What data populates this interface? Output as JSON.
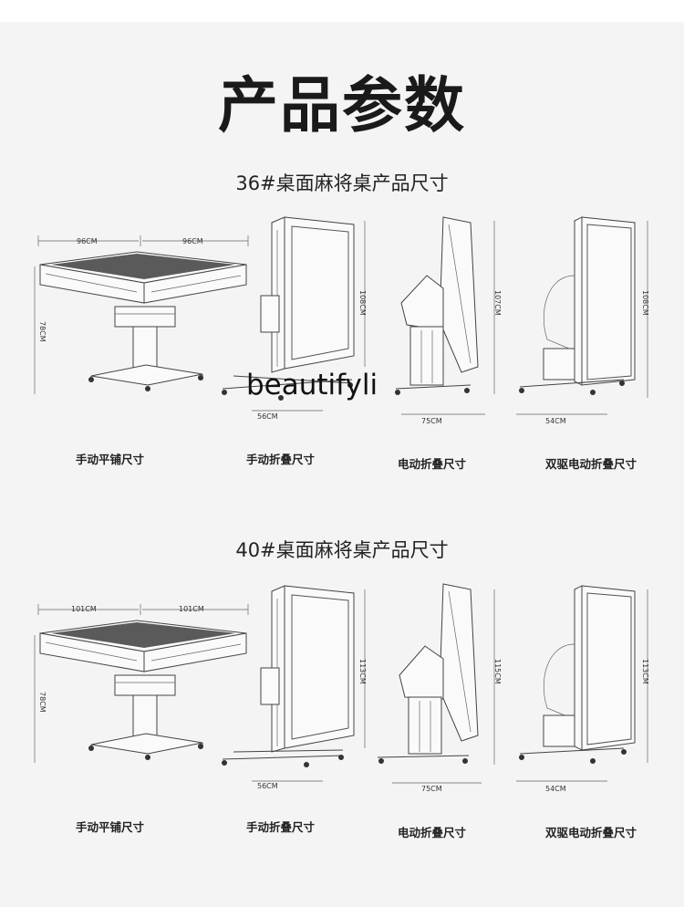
{
  "title": "产品参数",
  "watermark": "beautifyli",
  "sections": [
    {
      "subtitle": "36#桌面麻将桌产品尺寸",
      "flat": {
        "caption": "手动平铺尺寸",
        "width_a": "96CM",
        "width_b": "96CM",
        "height": "78CM"
      },
      "manual_fold": {
        "caption": "手动折叠尺寸",
        "height": "108CM",
        "depth": "56CM"
      },
      "electric_fold": {
        "caption": "电动折叠尺寸",
        "height": "107CM",
        "depth": "75CM"
      },
      "dual_fold": {
        "caption": "双驱电动折叠尺寸",
        "height": "108CM",
        "depth": "54CM"
      }
    },
    {
      "subtitle": "40#桌面麻将桌产品尺寸",
      "flat": {
        "caption": "手动平铺尺寸",
        "width_a": "101CM",
        "width_b": "101CM",
        "height": "78CM"
      },
      "manual_fold": {
        "caption": "手动折叠尺寸",
        "height": "113CM",
        "depth": "56CM"
      },
      "electric_fold": {
        "caption": "电动折叠尺寸",
        "height": "115CM",
        "depth": "75CM"
      },
      "dual_fold": {
        "caption": "双驱电动折叠尺寸",
        "height": "113CM",
        "depth": "54CM"
      }
    }
  ]
}
